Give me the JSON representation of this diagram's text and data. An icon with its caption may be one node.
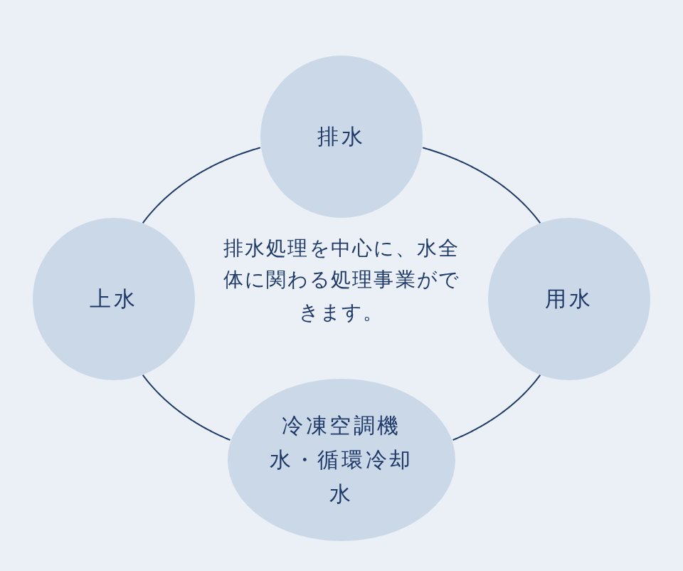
{
  "diagram": {
    "nodes": [
      {
        "text": [
          "排水"
        ]
      },
      {
        "text": [
          "上水"
        ]
      },
      {
        "text": [
          "用水"
        ]
      },
      {
        "text": [
          "冷凍空調機水・循環冷却水"
        ]
      }
    ],
    "edges": [
      {
        "from": 0,
        "to": 2,
        "arrow": "none"
      },
      {
        "from": 2,
        "to": 3,
        "arrow": "none"
      },
      {
        "from": 3,
        "to": 1,
        "arrow": "none"
      },
      {
        "from": 1,
        "to": 0,
        "arrow": "none"
      }
    ],
    "labels": [
      "排水処理を中心に、水全体に関わる処理事業ができます。"
    ]
  }
}
